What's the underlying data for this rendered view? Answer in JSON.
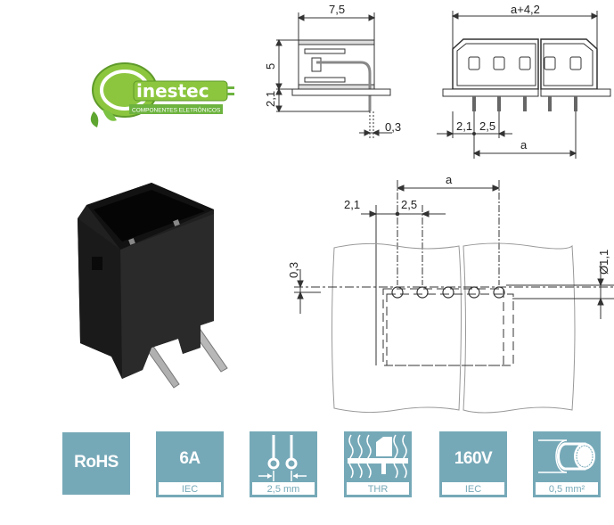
{
  "logo": {
    "brand": "inestec",
    "tagline": "COMPONENTES ELETRÔNICOS",
    "brand_color": "#7cc243"
  },
  "side_view": {
    "width_label": "7,5",
    "height_label": "5",
    "pin_length_label": "2,1",
    "pin_thickness_label": "0,3"
  },
  "front_view": {
    "total_width_label": "a+4,2",
    "edge_offset_label": "2,1",
    "pitch_label": "2,5",
    "span_label": "a"
  },
  "footprint": {
    "span_label": "a",
    "edge_offset_label": "2,1",
    "pitch_label": "2,5",
    "offset_label": "0,3",
    "hole_diameter_label": "Ø1,1"
  },
  "badges": [
    {
      "icon": "rohs",
      "main": "RoHS",
      "sub": ""
    },
    {
      "icon": "current",
      "main": "6A",
      "sub": "IEC"
    },
    {
      "icon": "pitch-icon",
      "main": "",
      "sub": "2,5 mm"
    },
    {
      "icon": "thr-icon",
      "main": "",
      "sub": "THR"
    },
    {
      "icon": "voltage",
      "main": "160V",
      "sub": "IEC"
    },
    {
      "icon": "wire-icon",
      "main": "",
      "sub": "0,5 mm²"
    }
  ],
  "colors": {
    "badge": "#76a9b8",
    "connector": "#1c1c1c"
  }
}
